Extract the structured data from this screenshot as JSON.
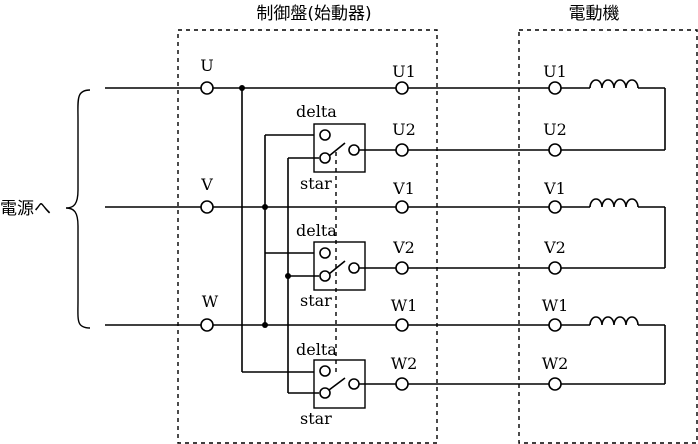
{
  "titles": {
    "controller": "制御盤(始動器)",
    "motor": "電動機",
    "power_source": "電源へ"
  },
  "supply_labels": {
    "u": "U",
    "v": "V",
    "w": "W"
  },
  "controller_terminals": {
    "u1": "U1",
    "u2": "U2",
    "v1": "V1",
    "v2": "V2",
    "w1": "W1",
    "w2": "W2"
  },
  "motor_terminals": {
    "u1": "U1",
    "u2": "U2",
    "v1": "V1",
    "v2": "V2",
    "w1": "W1",
    "w2": "W2"
  },
  "switches": {
    "s1": {
      "top": "delta",
      "bottom": "star"
    },
    "s2": {
      "top": "delta",
      "bottom": "star"
    },
    "s3": {
      "top": "delta",
      "bottom": "star"
    }
  }
}
